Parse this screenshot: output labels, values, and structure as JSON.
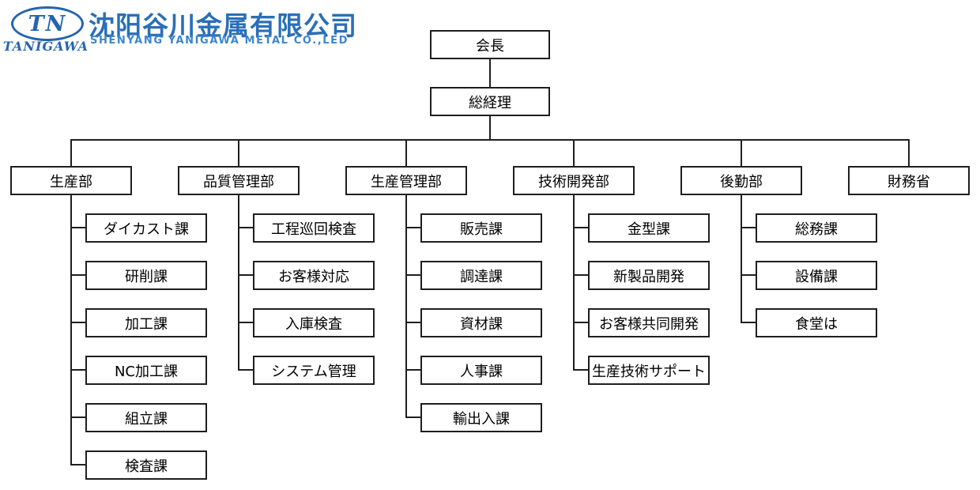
{
  "logo": {
    "tn": "TN",
    "tanigawa": "TANIGAWA",
    "company_cn": "沈阳谷川金属有限公司",
    "company_en": "SHENYANG YANIGAWA METAL CO.,LED",
    "brand_color": "#2565ae"
  },
  "chart": {
    "line_color": "#1f1f1f",
    "box_border_color": "#1f1f1f",
    "text_color": "#000000",
    "root": {
      "label": "会長"
    },
    "gm": {
      "label": "総経理"
    },
    "departments": [
      {
        "label": "生産部",
        "children": [
          "ダイカスト課",
          "研削課",
          "加工課",
          "NC加工課",
          "組立課",
          "検査課"
        ]
      },
      {
        "label": "品質管理部",
        "children": [
          "工程巡回検査",
          "お客様対応",
          "入庫検査",
          "システム管理"
        ]
      },
      {
        "label": "生産管理部",
        "children": [
          "販売課",
          "調達課",
          "資材課",
          "人事課",
          "輸出入課"
        ]
      },
      {
        "label": "技術開発部",
        "children": [
          "金型課",
          "新製品開発",
          "お客様共同開発",
          "生産技術サポート"
        ]
      },
      {
        "label": "後勤部",
        "children": [
          "総務課",
          "設備課",
          "食堂は"
        ]
      },
      {
        "label": "財務省",
        "children": []
      }
    ]
  }
}
